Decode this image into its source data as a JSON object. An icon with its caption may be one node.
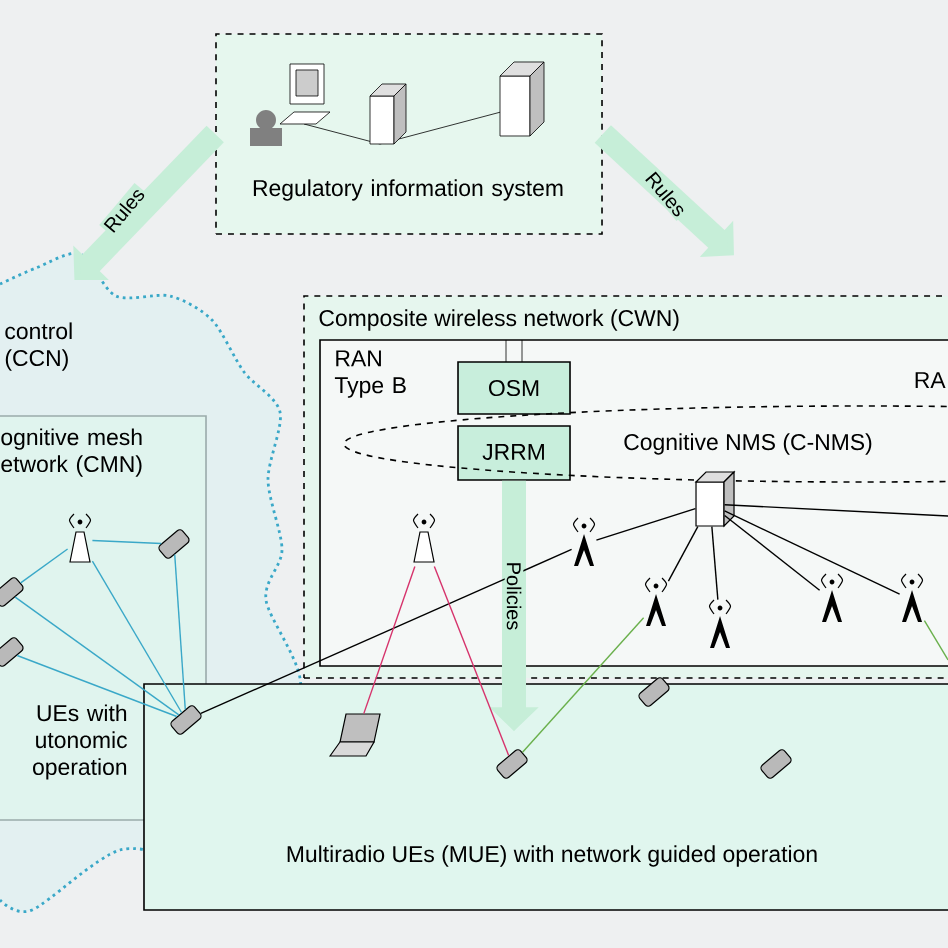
{
  "diagram": {
    "nodes": [
      {
        "text": [
          "Regulatory information system"
        ]
      },
      {
        "text": [
          "control (CCN)"
        ]
      },
      {
        "text": [
          "ognitive mesh etwork (CMN)",
          "UEs with utonomic operation"
        ],
        "in": 1
      },
      {
        "text": [
          "Composite wireless network (CWN)"
        ]
      },
      {
        "text": [
          "RAN Type B"
        ],
        "in": 3
      },
      {
        "text": [
          "OSM"
        ],
        "in": 4
      },
      {
        "text": [
          "JRRM"
        ]
      },
      {
        "text": [
          "Cognitive NMS (C-NMS)"
        ]
      },
      {
        "text": [
          "Multiradio UEs (MUE) with network guided operation"
        ]
      },
      {
        "text": [],
        "shape": "antenna",
        "in": 2
      },
      {
        "text": [],
        "shape": "phone",
        "in": 2
      },
      {
        "text": [],
        "shape": "phone",
        "in": 2
      },
      {
        "text": [],
        "shape": "phone",
        "in": 2
      },
      {
        "text": [],
        "shape": "phone"
      },
      {
        "text": [],
        "shape": "antenna",
        "in": 4
      },
      {
        "text": [],
        "shape": "tower",
        "in": 4
      },
      {
        "text": [],
        "shape": "server",
        "in": 4
      },
      {
        "text": [],
        "shape": "tower",
        "in": 4
      },
      {
        "text": [],
        "shape": "tower",
        "in": 4
      },
      {
        "text": [],
        "shape": "tower",
        "in": 4
      },
      {
        "text": [],
        "shape": "tower",
        "in": 4
      },
      {
        "text": [],
        "shape": "laptop",
        "in": 8
      },
      {
        "text": [],
        "shape": "phone",
        "in": 8
      },
      {
        "text": [],
        "shape": "phone",
        "in": 8
      },
      {
        "text": [],
        "shape": "phone",
        "in": 8
      }
    ],
    "edges": [
      {
        "from": 0,
        "to": 1,
        "arrow": "to",
        "label": "Rules",
        "style": "thick",
        "color": "#c6eed8"
      },
      {
        "from": 0,
        "to": 3,
        "arrow": "to",
        "label": "Rules",
        "style": "thick",
        "color": "#c6eed8"
      },
      {
        "from": 6,
        "to": 8,
        "arrow": "to",
        "label": "Policies",
        "style": "thick",
        "color": "#c6eed8"
      },
      {
        "from": 9,
        "to": 10,
        "arrow": "none",
        "color": "#3aa8c8"
      },
      {
        "from": 9,
        "to": 11,
        "arrow": "none",
        "color": "#3aa8c8"
      },
      {
        "from": 9,
        "to": 13,
        "arrow": "none",
        "color": "#3aa8c8"
      },
      {
        "from": 10,
        "to": 13,
        "arrow": "none",
        "color": "#3aa8c8"
      },
      {
        "from": 11,
        "to": 13,
        "arrow": "none",
        "color": "#3aa8c8"
      },
      {
        "from": 12,
        "to": 13,
        "arrow": "none",
        "color": "#3aa8c8"
      },
      {
        "from": 13,
        "to": 15,
        "arrow": "none"
      },
      {
        "from": 14,
        "to": 21,
        "arrow": "none",
        "color": "#d6336c"
      },
      {
        "from": 14,
        "to": 22,
        "arrow": "none",
        "color": "#d6336c"
      },
      {
        "from": 16,
        "to": 15,
        "arrow": "none"
      },
      {
        "from": 16,
        "to": 17,
        "arrow": "none"
      },
      {
        "from": 16,
        "to": 18,
        "arrow": "none"
      },
      {
        "from": 16,
        "to": 19,
        "arrow": "none"
      },
      {
        "from": 16,
        "to": 20,
        "arrow": "none"
      },
      {
        "from": 16,
        "to": null,
        "arrow": "none"
      },
      {
        "from": 17,
        "to": 22,
        "arrow": "none",
        "color": "#6ab04c"
      },
      {
        "from": 20,
        "to": null,
        "arrow": "none",
        "color": "#6ab04c"
      }
    ],
    "labels": [
      "RA"
    ]
  }
}
